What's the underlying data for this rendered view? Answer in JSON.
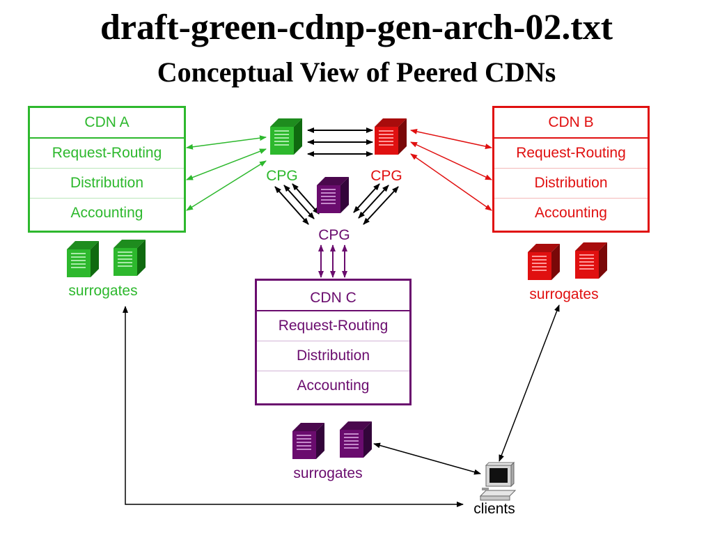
{
  "title": "draft-green-cdnp-gen-arch-02.txt",
  "subtitle": "Conceptual View of Peered CDNs",
  "colors": {
    "a": "#2db82d",
    "b": "#e01010",
    "c": "#6a0c6e",
    "ink": "#000000"
  },
  "cdn_a": {
    "name": "CDN A",
    "rows": [
      "Request-Routing",
      "Distribution",
      "Accounting"
    ],
    "surrogates": "surrogates",
    "cpg": "CPG"
  },
  "cdn_b": {
    "name": "CDN B",
    "rows": [
      "Request-Routing",
      "Distribution",
      "Accounting"
    ],
    "surrogates": "surrogates",
    "cpg": "CPG"
  },
  "cdn_c": {
    "name": "CDN C",
    "rows": [
      "Request-Routing",
      "Distribution",
      "Accounting"
    ],
    "surrogates": "surrogates",
    "cpg": "CPG"
  },
  "clients": "clients"
}
